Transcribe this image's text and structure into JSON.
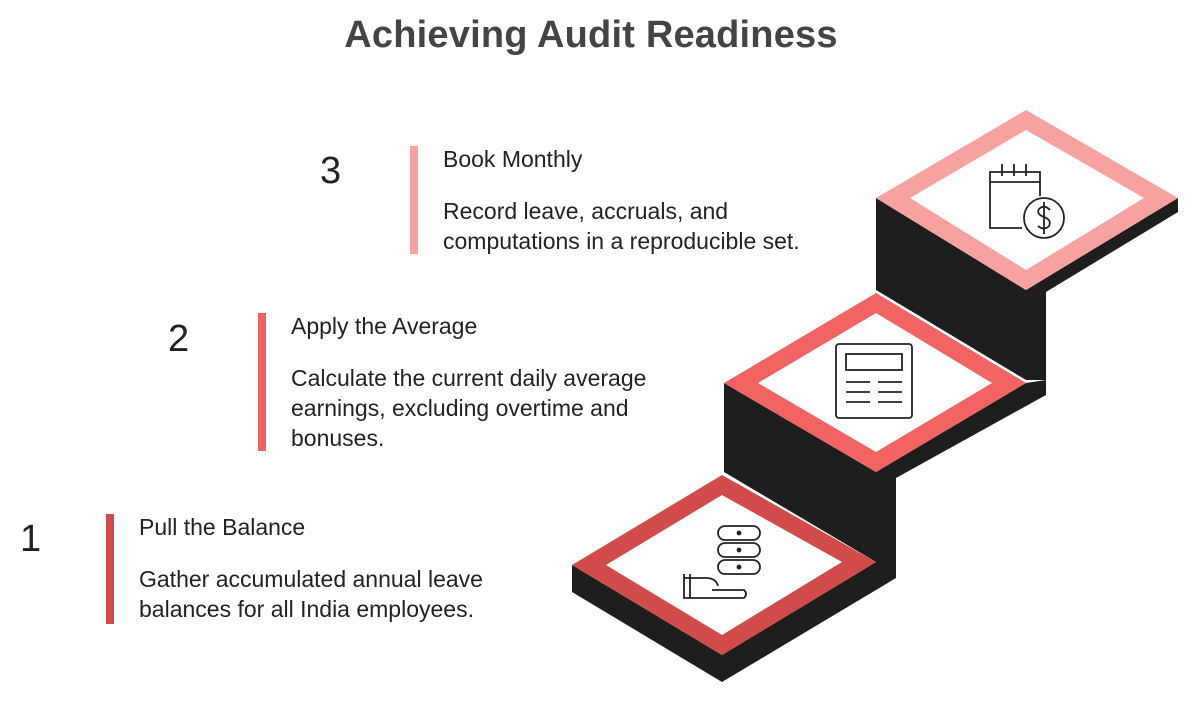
{
  "title": "Achieving Audit Readiness",
  "steps": [
    {
      "number": "1",
      "heading": "Pull the Balance",
      "description": "Gather accumulated annual leave balances for all India employees.",
      "color": "#d24b4b",
      "icon": "hand-server-icon"
    },
    {
      "number": "2",
      "heading": "Apply the Average",
      "description": "Calculate the current daily average earnings, excluding overtime and bonuses.",
      "color": "#f26464",
      "icon": "document-icon"
    },
    {
      "number": "3",
      "heading": "Book Monthly",
      "description": "Record leave, accruals, and computations in a reproducible set.",
      "color": "#f7a1a1",
      "icon": "calendar-dollar-icon"
    }
  ],
  "stair_color": "#1e1e1e"
}
